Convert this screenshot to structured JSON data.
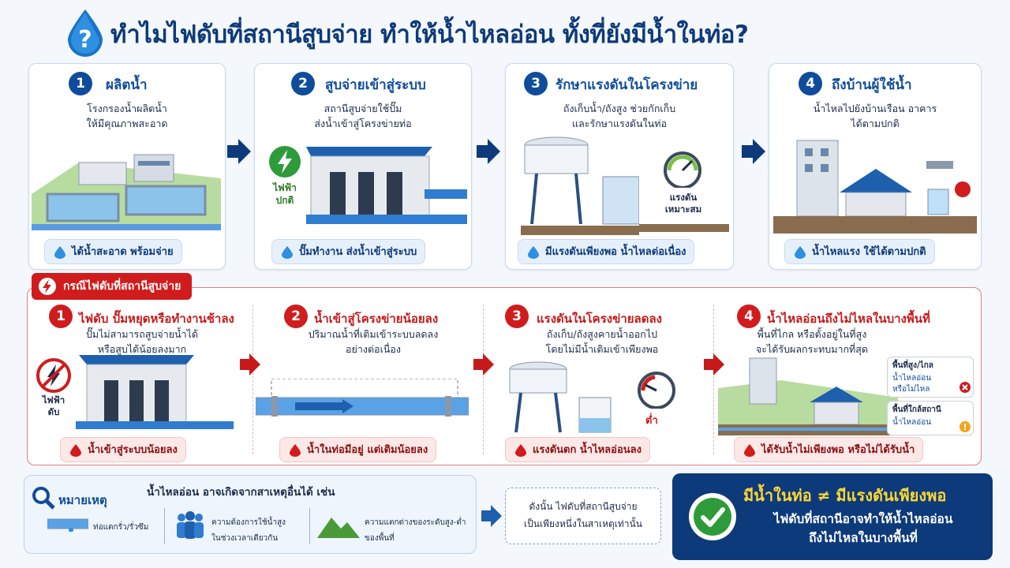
{
  "title": "ทำไมไฟดับที่สถานีสูบจ่าย ทำให้น้ำไหลอ่อน ทั้งที่ยังมีน้ำในท่อ?",
  "normal_steps": [
    {
      "num": "1",
      "title": "ผลิตน้ำ",
      "desc1": "โรงกรองน้ำผลิตน้ำ",
      "desc2": "ให้มีคุณภาพสะอาด",
      "pill": "ได้น้ำสะอาด พร้อมจ่าย"
    },
    {
      "num": "2",
      "title": "สูบจ่ายเข้าสู่ระบบ",
      "desc1": "สถานีสูบจ่ายใช้ปั๊ม",
      "desc2": "ส่งน้ำเข้าสู่โครงข่ายท่อ",
      "pill": "ปั๊มทำงาน ส่งน้ำเข้าสู่ระบบ",
      "badge1": "ไฟฟ้า",
      "badge2": "ปกติ"
    },
    {
      "num": "3",
      "title": "รักษาแรงดันในโครงข่าย",
      "desc1": "ถังเก็บน้ำ/ถังสูง ช่วยกักเก็บ",
      "desc2": "และรักษาแรงดันในท่อ",
      "pill": "มีแรงดันเพียงพอ น้ำไหลต่อเนื่อง",
      "gauge1": "แรงดัน",
      "gauge2": "เหมาะสม"
    },
    {
      "num": "4",
      "title": "ถึงบ้านผู้ใช้น้ำ",
      "desc1": "น้ำไหลไปยังบ้านเรือน อาคาร",
      "desc2": "ได้ตามปกติ",
      "pill": "น้ำไหลแรง ใช้ได้ตามปกติ"
    }
  ],
  "outage_tag": "กรณีไฟดับที่สถานีสูบจ่าย",
  "outage_steps": [
    {
      "num": "1",
      "title": "ไฟดับ ปั๊มหยุดหรือทำงานช้าลง",
      "desc1": "ปั๊มไม่สามารถสูบจ่ายน้ำได้",
      "desc2": "หรือสูบได้น้อยลงมาก",
      "pill": "น้ำเข้าสู่ระบบน้อยลง",
      "badge1": "ไฟฟ้า",
      "badge2": "ดับ"
    },
    {
      "num": "2",
      "title": "น้ำเข้าสู่โครงข่ายน้อยลง",
      "desc1": "ปริมาณน้ำที่เติมเข้าระบบลดลง",
      "desc2": "อย่างต่อเนื่อง",
      "pill": "น้ำในท่อมีอยู่ แต่เติมน้อยลง"
    },
    {
      "num": "3",
      "title": "แรงดันในโครงข่ายลดลง",
      "desc1": "ถังเก็บ/ถังสูงคายน้ำออกไป",
      "desc2": "โดยไม่มีน้ำเติมเข้าเพียงพอ",
      "pill": "แรงดันตก น้ำไหลอ่อนลง",
      "gauge": "ต่ำ"
    },
    {
      "num": "4",
      "title": "น้ำไหลอ่อนถึงไม่ไหลในบางพื้นที่",
      "desc1": "พื้นที่ไกล หรือตั้งอยู่ในที่สูง",
      "desc2": "จะได้รับผลกระทบมากที่สุด",
      "pill": "ได้รับน้ำไม่เพียงพอ หรือไม่ได้รับน้ำ",
      "box1_title": "พื้นที่สูง/ไกล",
      "box1_l1": "น้ำไหลอ่อน",
      "box1_l2": "หรือไม่ไหล",
      "box2_title": "พื้นที่ใกล้สถานี",
      "box2_l1": "น้ำไหลอ่อน"
    }
  ],
  "note": {
    "label": "หมายเหตุ",
    "heading": "น้ำไหลอ่อน อาจเกิดจากสาเหตุอื่นได้ เช่น",
    "item1": "ท่อแตกรั่ว/รั่วซึม",
    "item2_l1": "ความต้องการใช้น้ำสูง",
    "item2_l2": "ในช่วงเวลาเดียวกัน",
    "item3_l1": "ความแตกต่างของระดับสูง-ต่ำ",
    "item3_l2": "ของพื้นที่"
  },
  "conclusion": {
    "l1": "ดังนั้น ไฟดับที่สถานีสูบจ่าย",
    "l2": "เป็นเพียงหนึ่งในสาเหตุเท่านั้น"
  },
  "final": {
    "headline": "มีน้ำในท่อ ≠ มีแรงดันเพียงพอ",
    "l1": "ไฟดับที่สถานีอาจทำให้น้ำไหลอ่อน",
    "l2": "ถึงไม่ไหลในบางพื้นที่"
  },
  "colors": {
    "navy": "#0d3a7a",
    "blue": "#0f4c9c",
    "red": "#d01c1c",
    "water": "#2f8fe0",
    "green": "#2d9b3a"
  }
}
